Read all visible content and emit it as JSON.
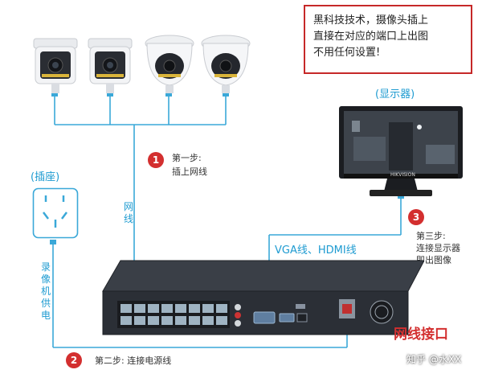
{
  "note": {
    "line1": "黑科技技术，摄像头插上",
    "line2": "直接在对应的端口上出图",
    "line3": "不用任何设置!"
  },
  "monitor_label": "(显示器)",
  "socket_label": "(插座)",
  "network_cable_label": "网线",
  "power_cable_label": "录像机供电",
  "video_cable_label": "VGA线、HDMI线",
  "steps": [
    {
      "number": "1",
      "title": "第一步:",
      "desc": "插上网线"
    },
    {
      "number": "2",
      "title": "第二步: 连接电源线",
      "desc": ""
    },
    {
      "number": "3",
      "title": "第三步:",
      "desc": "连接显示器",
      "desc2": "即出图像"
    }
  ],
  "network_port_label": "网线接口",
  "watermark": "知乎 @水XX",
  "monitor_brand": "HIKVISION",
  "colors": {
    "accent_cyan": "#1e9bd1",
    "step_red": "#d32f2f",
    "nvr_dark": "#2b2f36"
  },
  "icons": [
    "bullet-camera-icon",
    "dome-camera-icon",
    "monitor-icon",
    "power-socket-icon",
    "nvr-device-icon"
  ]
}
